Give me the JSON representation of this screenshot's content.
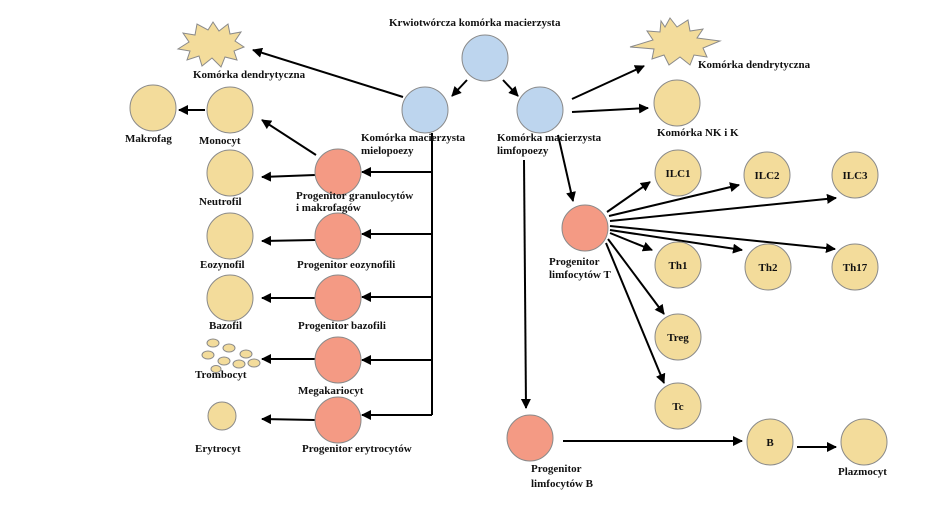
{
  "colors": {
    "stem": "#bdd5ee",
    "progenitor": "#f49a84",
    "mature": "#f3dc9b",
    "outline": "#8a8a8a",
    "arrow": "#000000"
  },
  "labels": {
    "hsc": "Krwiotwórcza komórka macierzysta",
    "myeloid_stem": [
      "Komórka macierzysta",
      "mielopoezy"
    ],
    "lymphoid_stem": [
      "Komórka macierzysta",
      "limfopoezy"
    ],
    "dendritic_left": "Komórka dendrytyczna",
    "dendritic_right": "Komórka dendrytyczna",
    "nk": "Komórka NK i K",
    "macrophage": "Makrofag",
    "monocyte": "Monocyt",
    "neutrophil": "Neutrofil",
    "eosinophil": "Eozynofil",
    "basophil": "Bazofil",
    "thrombocyte": "Trombocyt",
    "erythrocyte": "Erytrocyt",
    "prog_gm": [
      "Progenitor granulocytów",
      "i makrofagów"
    ],
    "prog_eo": "Progenitor eozynofili",
    "prog_baso": "Progenitor bazofili",
    "megakaryocyte": "Megakariocyt",
    "prog_ery": "Progenitor erytrocytów",
    "prog_t": [
      "Progenitor",
      "limfocytów T"
    ],
    "prog_b": [
      "Progenitor",
      "limfocytów B"
    ],
    "ilc1": "ILC1",
    "ilc2": "ILC2",
    "ilc3": "ILC3",
    "th1": "Th1",
    "th2": "Th2",
    "th17": "Th17",
    "treg": "Treg",
    "tc": "Tc",
    "b": "B",
    "plasma": "Plazmocyt"
  }
}
